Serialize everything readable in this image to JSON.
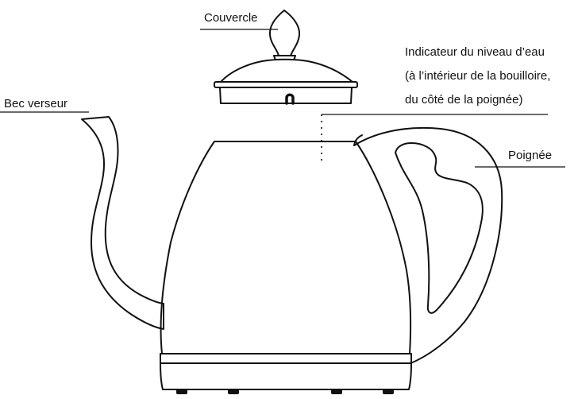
{
  "labels": {
    "lid": "Couvercle",
    "water_level_line1": "Indicateur du niveau d’eau",
    "water_level_line2": "(à l’intérieur de la bouilloire,",
    "water_level_line3": "du côté de la poignée)",
    "spout": "Bec verseur",
    "handle": "Poignée"
  },
  "colors": {
    "stroke": "#111111",
    "background": "#ffffff"
  }
}
